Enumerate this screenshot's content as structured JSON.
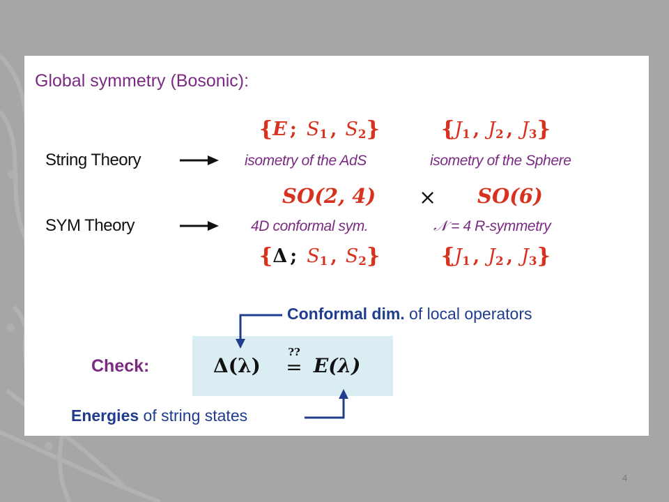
{
  "slide": {
    "heading": "Global symmetry (Bosonic):",
    "page_number": "4"
  },
  "string_row": {
    "label": "String Theory",
    "set_left": {
      "open": "{",
      "E": "E",
      "sep": ";",
      "S": "S",
      "s1": "1",
      "comma1": ",",
      "s2": "2",
      "close": "}"
    },
    "set_right": {
      "open": "{",
      "J": "J",
      "j1": "1",
      "comma": ",",
      "j2": "2",
      "j3": "3",
      "close": "}"
    },
    "desc_left": "isometry of the AdS",
    "desc_right": "isometry of the Sphere"
  },
  "groups": {
    "left": "SO(2, 4)",
    "times": "×",
    "right": "SO(6)"
  },
  "sym_row": {
    "label": "SYM Theory",
    "desc_left": "4D conformal sym.",
    "desc_right": "𝒩 = 4 R-symmetry",
    "set_left": {
      "open": "{",
      "Delta": "Δ",
      "sep": ";",
      "S": "S",
      "s1": "1",
      "s2": "2",
      "close": "}"
    },
    "set_right": {
      "open": "{",
      "J": "J",
      "j1": "1",
      "j2": "2",
      "j3": "3",
      "close": "}"
    }
  },
  "check": {
    "label": "Check:",
    "lhs": "Δ(λ)",
    "question": "??",
    "equals": "=",
    "rhs": "E(λ)",
    "top_callout_bold": "Conformal dim.",
    "top_callout_rest": " of local operators",
    "bottom_callout_bold": "Energies",
    "bottom_callout_rest": " of string states"
  },
  "colors": {
    "heading": "#7a2a82",
    "math_red": "#d8321e",
    "callout_blue": "#1f3d8c",
    "check_box": "#d9edf3",
    "background": "#a6a6a6"
  }
}
